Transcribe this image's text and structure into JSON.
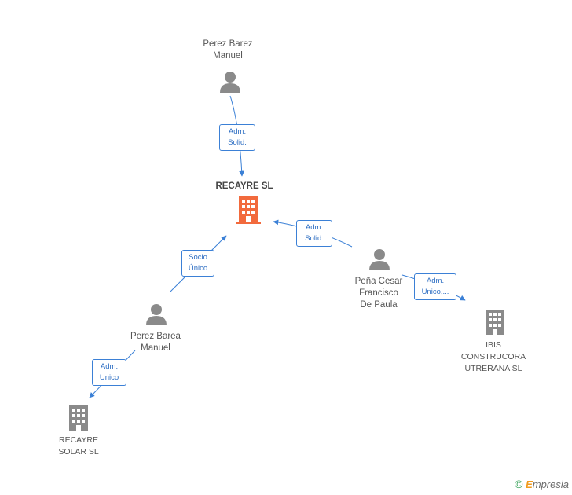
{
  "colors": {
    "edge": "#3b80d6",
    "person": "#8a8a8a",
    "company": "#8a8a8a",
    "main_company": "#f26a3d"
  },
  "nodes": {
    "perez_barez": {
      "label": "Perez Barez\nManuel",
      "icon": "person-icon"
    },
    "recayre_sl": {
      "label": "RECAYRE SL",
      "icon": "building-icon"
    },
    "pena_cesar": {
      "label": "Peña Cesar\nFrancisco\nDe Paula",
      "icon": "person-icon"
    },
    "ibis": {
      "label": "IBIS\nCONSTRUCORA\nUTRERANA  SL",
      "icon": "building-icon"
    },
    "perez_barea": {
      "label": "Perez Barea\nManuel",
      "icon": "person-icon"
    },
    "recayre_solar": {
      "label": "RECAYRE\nSOLAR  SL",
      "icon": "building-icon"
    }
  },
  "edges": {
    "e1": {
      "label": "Adm.\nSolid."
    },
    "e2": {
      "label": "Adm.\nSolid."
    },
    "e3": {
      "label": "Adm.\nUnico,..."
    },
    "e4": {
      "label": "Socio\nÚnico"
    },
    "e5": {
      "label": "Adm.\nUnico"
    }
  },
  "brand": {
    "copyright": "©",
    "e": "E",
    "rest": "mpresia"
  }
}
